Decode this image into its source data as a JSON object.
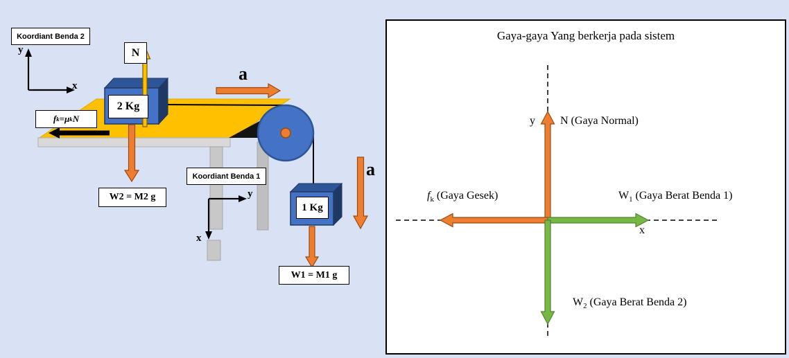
{
  "colors": {
    "background": "#d9e2f4",
    "panel_background": "#ffffff",
    "arrow_orange": "#ed7d31",
    "arrow_green": "#76b843",
    "arrow_yellow": "#ffc000",
    "table_yellow": "#ffc000",
    "box_blue": "#4472c4",
    "friction_arrow": "#000000"
  },
  "left": {
    "coord2_title": "Koordiant Benda 2",
    "coord2_y": "y",
    "coord2_x": "x",
    "normal_label": "N",
    "accel_top_label": "a",
    "mass2_label": "2 Kg",
    "friction_f": "f",
    "friction_f_sub": "k",
    "friction_eq": " = ",
    "friction_mu": "μ",
    "friction_mu_sub": "k",
    "friction_n": " N",
    "weight2_label": "W2 = M2 g",
    "coord1_title": "Koordiant Benda 1",
    "coord1_y": "y",
    "coord1_x": "x",
    "mass1_label": "1 Kg",
    "accel_side_label": "a",
    "weight1_label": "W1 = M1 g"
  },
  "right": {
    "title": "Gaya-gaya Yang berkerja pada sistem",
    "axis_y": "y",
    "axis_x": "x",
    "normal_label": "N (Gaya Normal)",
    "friction_f": "f",
    "friction_sub": "k",
    "friction_rest": " (Gaya Gesek)",
    "w1_base": "W",
    "w1_sub": "1",
    "w1_rest": " (Gaya Berat Benda 1)",
    "w2_base": "W",
    "w2_sub": "2",
    "w2_rest": " (Gaya Berat Benda 2)"
  }
}
